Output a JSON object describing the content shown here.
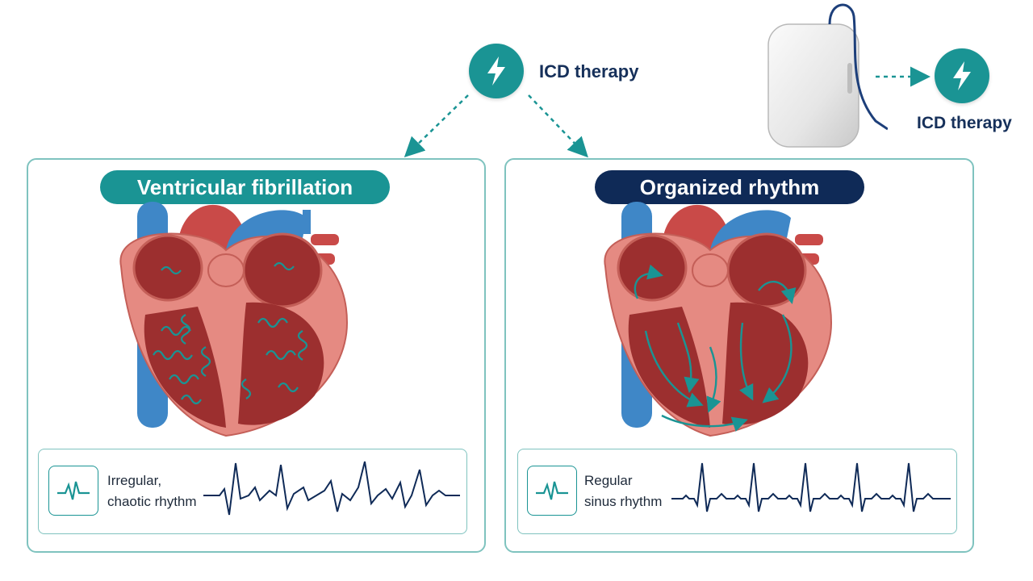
{
  "top_therapy": {
    "label": "ICD therapy",
    "icon": "lightning-bolt-icon"
  },
  "device_therapy": {
    "label": "ICD therapy",
    "icon": "lightning-bolt-icon"
  },
  "left_panel": {
    "title": "Ventricular fibrillation",
    "rhythm_line1": "Irregular,",
    "rhythm_line2": "chaotic rhythm",
    "icon": "ecg-icon"
  },
  "right_panel": {
    "title": "Organized rhythm",
    "rhythm_line1": "Regular",
    "rhythm_line2": "sinus rhythm",
    "icon": "ecg-icon"
  },
  "colors": {
    "teal": "#1a9494",
    "navy": "#0f2a57",
    "heart_red": "#c94a48",
    "vessel_blue": "#3f87c7"
  }
}
